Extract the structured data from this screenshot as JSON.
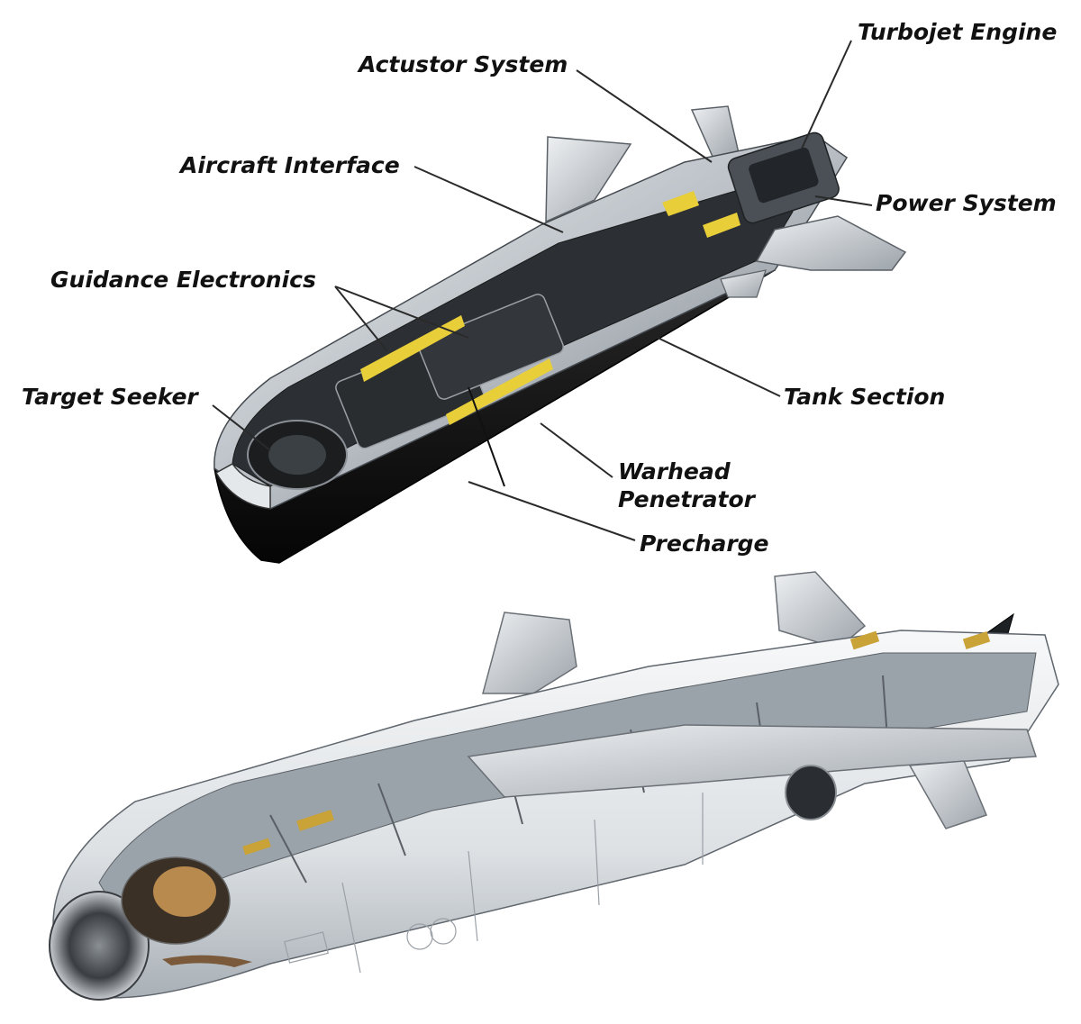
{
  "labels": {
    "turbojet_engine": "Turbojet Engine",
    "actuator_system": "Actustor System",
    "aircraft_interface": "Aircraft Interface",
    "power_system": "Power System",
    "guidance_electronics": "Guidance Electronics",
    "target_seeker": "Target Seeker",
    "tank_section": "Tank Section",
    "warhead_penetrator_line1": "Warhead",
    "warhead_penetrator_line2": "Penetrator",
    "precharge": "Precharge"
  },
  "colors": {
    "background": "#ffffff",
    "label_text": "#111111",
    "leader_line": "#2a2a2a",
    "hull_dark": "#141414",
    "hull_light": "#d4d8dc",
    "internal_gold": "#e8cf3a",
    "fin_grey": "#c9ced3"
  }
}
